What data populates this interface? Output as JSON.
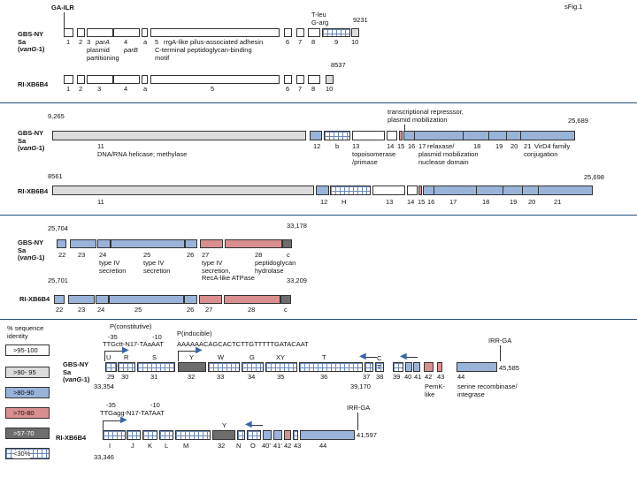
{
  "figure_label": "sFig.1",
  "strains": {
    "gbs_ny_line1": "GBS-NY",
    "gbs_ny_line2": "Sa",
    "gbs_ny_line3_open": "(",
    "gbs_ny_line3_gene": "vanG",
    "gbs_ny_line3_close": "-1)",
    "ri": "RI-XB6B4"
  },
  "panel1": {
    "ga_ilr": "GA-ILR",
    "tleu_garg_1": "T-leu",
    "tleu_garg_2": "G-arg",
    "coord_9231": "9231",
    "coord_8537": "8537",
    "genes_top": [
      "1",
      "2",
      "3",
      "4",
      "a",
      "5",
      "6",
      "7",
      "8",
      "9",
      "10"
    ],
    "genes_bot": [
      "1",
      "2",
      "3",
      "4",
      "a",
      "5",
      "6",
      "7",
      "8",
      "10"
    ],
    "desc_3": "parA",
    "desc_3b": "plasmid",
    "desc_3c": "partitioning",
    "desc_4": "parB",
    "desc_5a": "rrgA-like pilus-associated adhesin",
    "desc_5b": "C-terminal peptidoglycan-binding",
    "desc_5c": "motif"
  },
  "panel2": {
    "coord_9265": "9,265",
    "coord_25689": "25,689",
    "coord_8561": "8561",
    "coord_25698": "25,698",
    "transcriptional_1": "transcriptional represssor,",
    "transcriptional_2": "plasmid mobilization",
    "genes_top": [
      "11",
      "12",
      "b",
      "13",
      "14",
      "15",
      "16",
      "17",
      "18",
      "19",
      "20",
      "21"
    ],
    "genes_bot": [
      "11",
      "12",
      "H",
      "13",
      "14",
      "15",
      "16",
      "17",
      "18",
      "19",
      "20",
      "21"
    ],
    "desc_11": "DNA/RNA helicase; methylase",
    "desc_13a": "topoisomerase",
    "desc_13b": "/primase",
    "desc_17a": "relaxase/",
    "desc_17b": "plasmid mobilization",
    "desc_17c": "nuclease domain",
    "desc_21a": "VirD4 family",
    "desc_21b": "conjugation"
  },
  "panel3": {
    "coord_25704": "25,704",
    "coord_33178": "33,178",
    "coord_25701": "25,701",
    "coord_33209": "33,209",
    "genes_top": [
      "22",
      "23",
      "24",
      "25",
      "26",
      "27",
      "28",
      "c"
    ],
    "genes_bot": [
      "22",
      "23",
      "24",
      "25",
      "26",
      "27",
      "28",
      "c"
    ],
    "desc_24a": "type IV",
    "desc_24b": "secretion",
    "desc_25a": "type IV",
    "desc_25b": "secretion",
    "desc_27a": "type IV",
    "desc_27b": "secretion,",
    "desc_27c": "RecA-like ATPase",
    "desc_28a": "peptidoglycan",
    "desc_28b": "hydrolase"
  },
  "panel4": {
    "p_const": "P(constitutive)",
    "minus35_1": "-35",
    "minus10_1": "-10",
    "seq_const": "TTGctt-N17-TAaAAT",
    "p_induc": "P(inducible)",
    "seq_induc": "AAAAAACAGCACTCTTGTTTTTGATACAAT",
    "irr_ga_top": "IRR-GA",
    "irr_ga_bot": "IRR-GA",
    "coord_33354": "33,354",
    "coord_39170": "39,170",
    "coord_45585": "45,585",
    "coord_41597": "41,597",
    "coord_33346": "33,346",
    "minus35_2": "-35",
    "minus10_2": "-10",
    "seq_ri": "TTGagg-N17-TATAAT",
    "letters_top": [
      "U",
      "R",
      "S",
      "Y",
      "W",
      "G",
      "XY",
      "T",
      "C",
      "T"
    ],
    "nums_top": [
      "29",
      "30",
      "31",
      "32",
      "33",
      "34",
      "35",
      "36",
      "37",
      "38",
      "39",
      "40",
      "41",
      "42",
      "43",
      "44"
    ],
    "desc_42a": "PemK-",
    "desc_42b": "like",
    "desc_44a": "serine recombinase/",
    "desc_44b": "integrase",
    "letters_bot": [
      "I",
      "J",
      "K",
      "L",
      "M",
      "32",
      "N",
      "O",
      "40'",
      "41'",
      "42",
      "43",
      "44"
    ],
    "y_bot": "Y"
  },
  "legend": {
    "title_1": "% sequence",
    "title_2": "identity",
    "items": [
      ">95-100",
      ">90- 95",
      ">80-90",
      ">70-80",
      ">57-70",
      "<30%"
    ]
  }
}
